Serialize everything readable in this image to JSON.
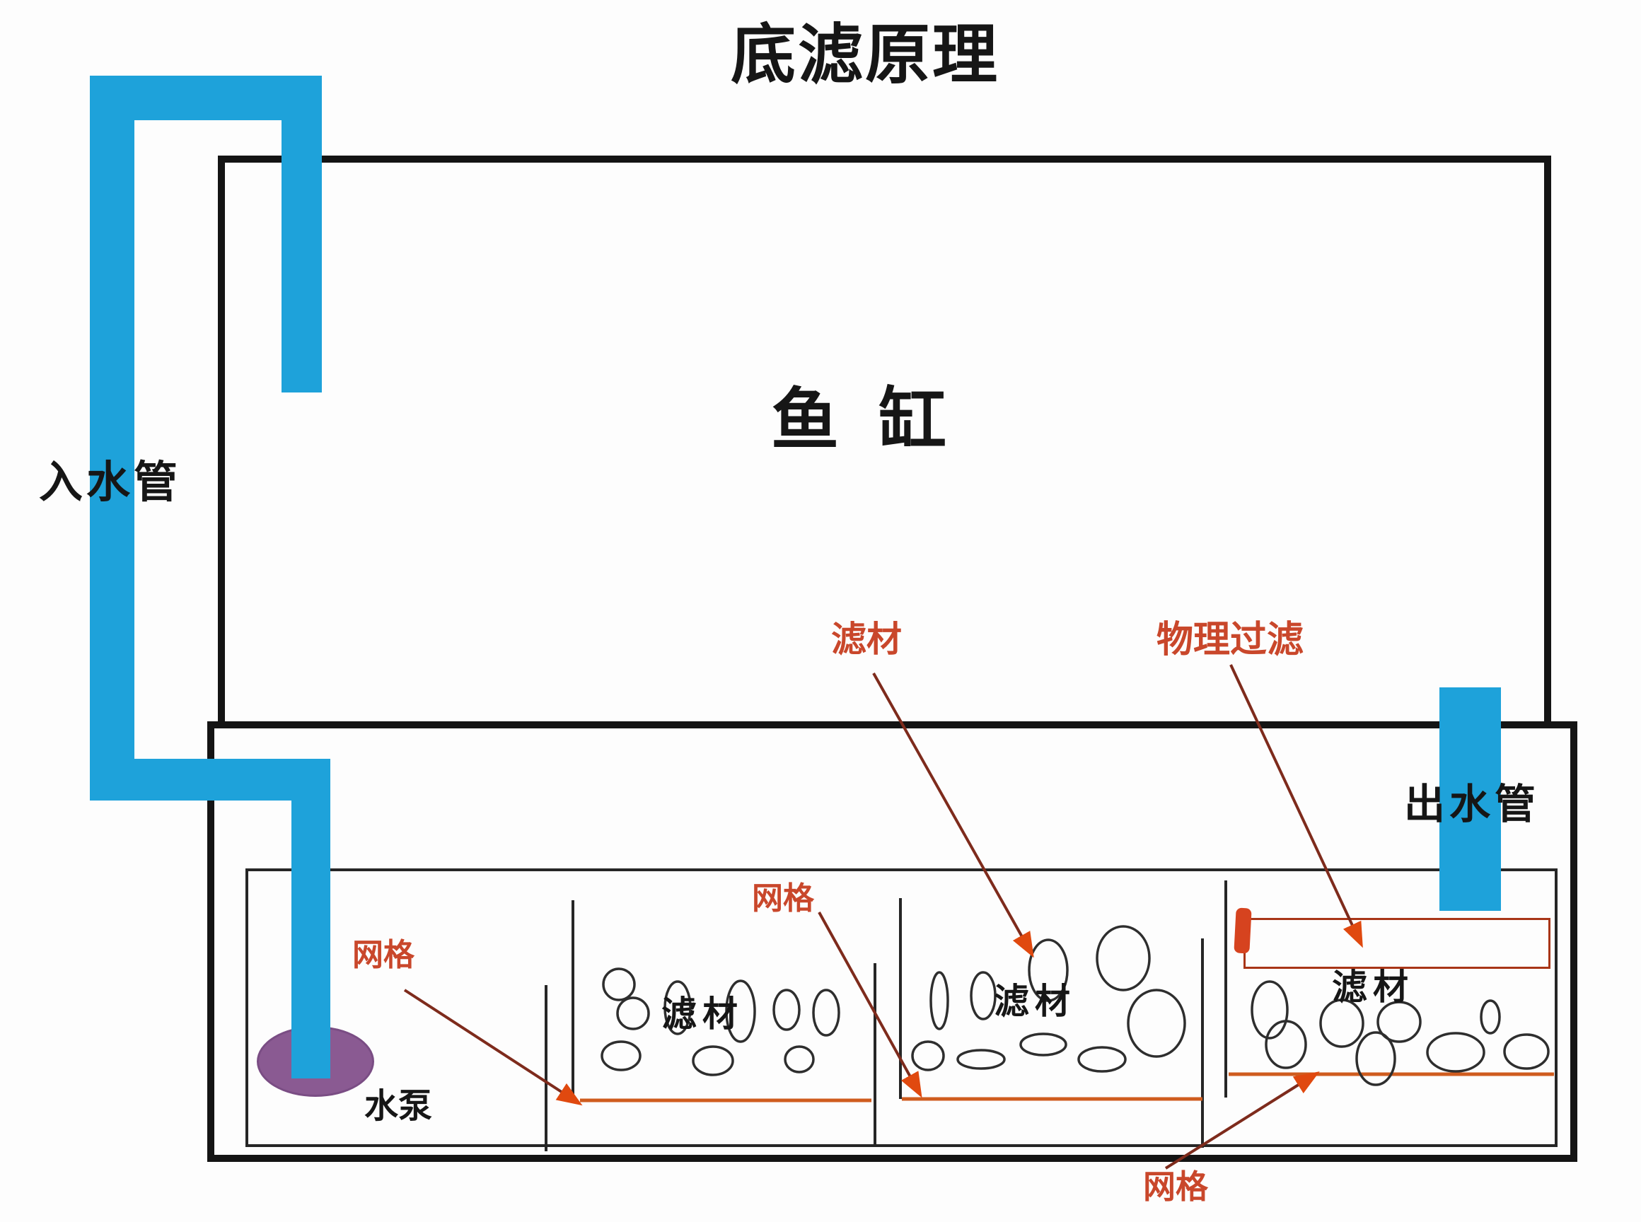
{
  "title": "底滤原理",
  "tank": {
    "label": "鱼缸"
  },
  "pipes": {
    "inlet": "入水管",
    "outlet": "出水管"
  },
  "sump": {
    "pump_label": "水泵",
    "grid_labels": [
      "网格",
      "网格",
      "网格"
    ],
    "media_labels": [
      "滤材",
      "滤材",
      "滤材"
    ],
    "media_callout": "滤材",
    "physical_filter_callout": "物理过滤"
  },
  "colors": {
    "pipe_blue": "#1ea2da",
    "pump_purple": "#8a5a92",
    "callout_red": "#c9472b",
    "arrow_line": "#7e2b1c",
    "arrow_head": "#e0490f",
    "grid_orange": "#cf5c1e",
    "tray_border": "#a83517",
    "outline_black": "#141414"
  }
}
